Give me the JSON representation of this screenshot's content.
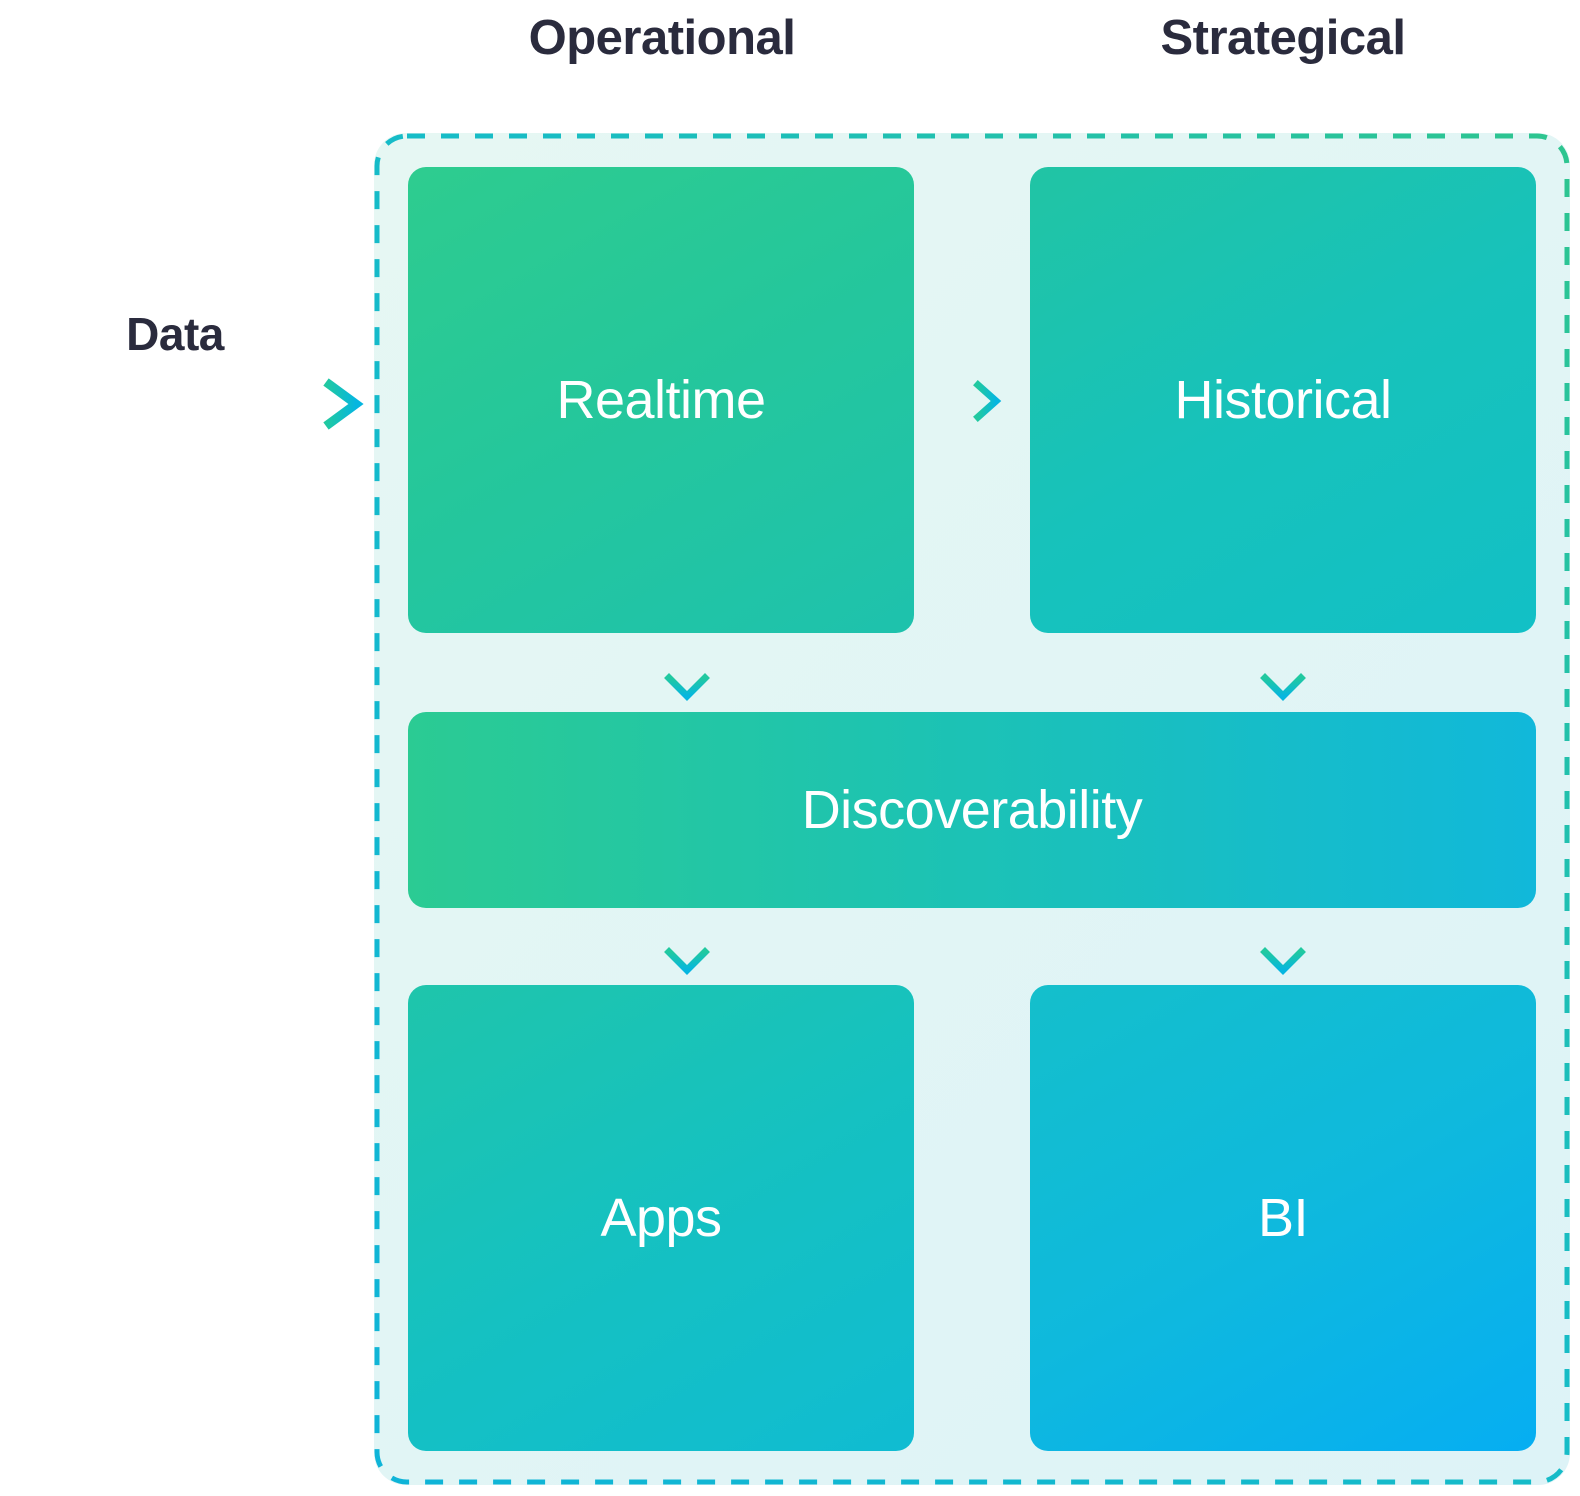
{
  "diagram": {
    "title_absent": true,
    "columns": [
      {
        "id": "operational",
        "label": "Operational"
      },
      {
        "id": "strategical",
        "label": "Strategical"
      }
    ],
    "input": {
      "label": "Data",
      "arrow_icon": "arrow-right-icon"
    },
    "container": {
      "border_style": "dashed",
      "border_color": "#22b8c4",
      "background_color": "#e2f5f4"
    },
    "nodes": [
      {
        "id": "realtime",
        "label": "Realtime",
        "column": "operational",
        "row": 1,
        "color_from": "#2ecc8f",
        "color_to": "#1ec2ad"
      },
      {
        "id": "historical",
        "label": "Historical",
        "column": "strategical",
        "row": 1,
        "color_from": "#21c4a4",
        "color_to": "#12c0c6"
      },
      {
        "id": "discoverability",
        "label": "Discoverability",
        "column": "both",
        "row": 2,
        "color_from": "#2bcb93",
        "color_to": "#11b8da"
      },
      {
        "id": "apps",
        "label": "Apps",
        "column": "operational",
        "row": 3,
        "color_from": "#1fc5ab",
        "color_to": "#10bcd2"
      },
      {
        "id": "bi",
        "label": "BI",
        "column": "strategical",
        "row": 3,
        "color_from": "#14bfcb",
        "color_to": "#06aef2"
      }
    ],
    "connectors": [
      {
        "id": "data-to-realtime",
        "from": "Data",
        "to": "realtime",
        "direction": "right",
        "icon": "arrow-right-icon"
      },
      {
        "id": "realtime-to-historical",
        "from": "realtime",
        "to": "historical",
        "direction": "right",
        "icon": "arrow-right-icon"
      },
      {
        "id": "realtime-to-discoverability",
        "from": "realtime",
        "to": "discoverability",
        "direction": "down",
        "icon": "arrow-down-icon"
      },
      {
        "id": "historical-to-discoverability",
        "from": "historical",
        "to": "discoverability",
        "direction": "down",
        "icon": "arrow-down-icon"
      },
      {
        "id": "discoverability-to-apps",
        "from": "discoverability",
        "to": "apps",
        "direction": "down",
        "icon": "arrow-down-icon"
      },
      {
        "id": "discoverability-to-bi",
        "from": "discoverability",
        "to": "bi",
        "direction": "down",
        "icon": "arrow-down-icon"
      }
    ],
    "colors": {
      "text_dark": "#2a2b3d",
      "text_light": "#ffffff",
      "arrow_green": "#21c9a0",
      "arrow_cyan": "#06b6e0",
      "page_background": "#ffffff"
    }
  }
}
